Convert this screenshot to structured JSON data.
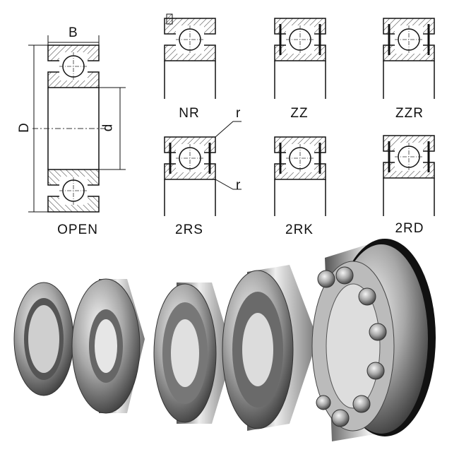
{
  "dimensions": {
    "outer_width": "B",
    "outer_diameter": "D",
    "bore_diameter": "d",
    "radius_top": "r",
    "radius_bottom": "r"
  },
  "types": [
    {
      "id": "open",
      "label": "OPEN"
    },
    {
      "id": "nr",
      "label": "NR"
    },
    {
      "id": "zz",
      "label": "ZZ"
    },
    {
      "id": "zzr",
      "label": "ZZR"
    },
    {
      "id": "2rs",
      "label": "2RS"
    },
    {
      "id": "2rk",
      "label": "2RK"
    },
    {
      "id": "2rd",
      "label": "2RD"
    }
  ]
}
